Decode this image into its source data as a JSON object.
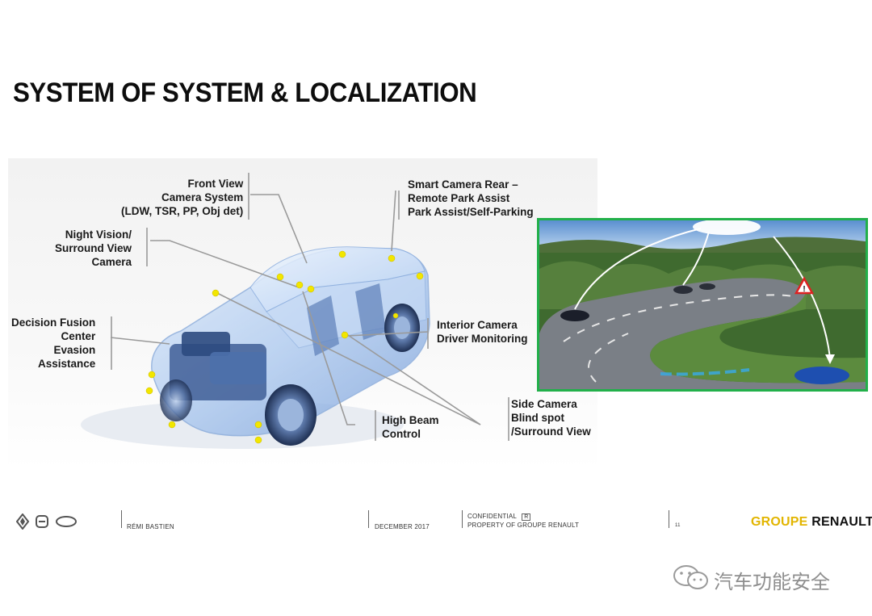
{
  "title": "SYSTEM OF SYSTEM & LOCALIZATION",
  "labels": {
    "front_view": [
      "Front View",
      "Camera System",
      "(LDW, TSR, PP, Obj det)"
    ],
    "smart_camera": [
      "Smart Camera Rear –",
      "Remote Park Assist",
      "Park Assist/Self-Parking"
    ],
    "night_vision": [
      "Night Vision/",
      "Surround View",
      "Camera"
    ],
    "decision_fusion": [
      "Decision Fusion",
      "Center",
      "Evasion",
      "Assistance"
    ],
    "interior_camera": [
      "Interior Camera",
      "Driver Monitoring"
    ],
    "side_camera": [
      "Side Camera",
      "Blind spot",
      "/Surround View"
    ],
    "high_beam": [
      "High Beam",
      "Control"
    ]
  },
  "footer": {
    "author": "RÉMI BASTIEN",
    "date": "DECEMBER 2017",
    "confidential": "CONFIDENTIAL",
    "confidential_badge": "R",
    "property": "PROPERTY OF GROUPE RENAULT",
    "page": "11",
    "brand_groupe": "GROUPE ",
    "brand_renault": "RENAULT"
  },
  "watermark": "汽车功能安全",
  "colors": {
    "scene_border": "#22b04a",
    "brand_yellow": "#e2b500",
    "sensor_dot": "#f2e600"
  }
}
